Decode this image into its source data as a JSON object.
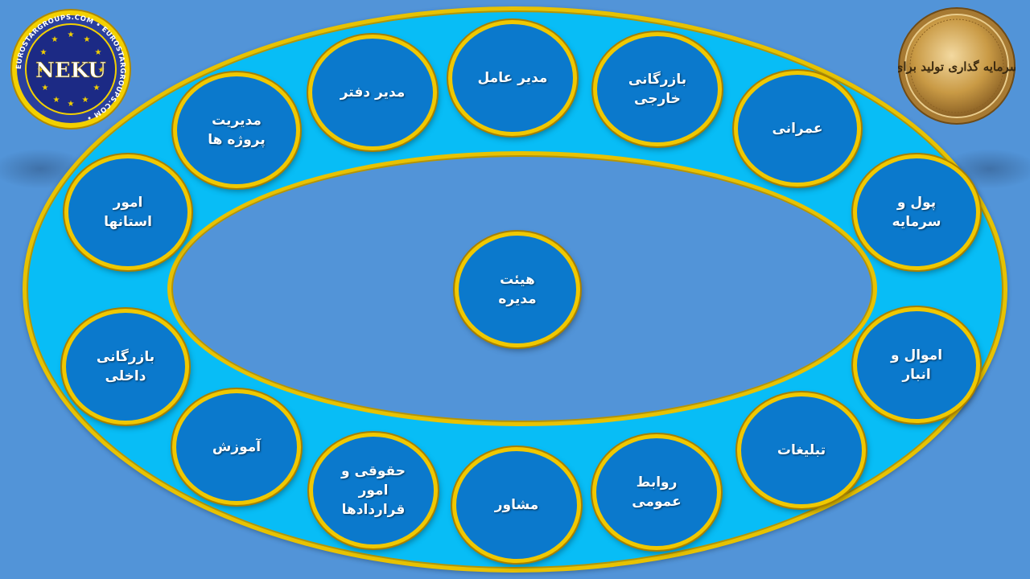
{
  "logos": {
    "left_text": "NEKU",
    "left_ring_text": "EUROSTARGROUPS.COM • EUROSTARGROUPS.COM •",
    "right_text": "سرمایه گذاری تولید برای"
  },
  "colors": {
    "background": "#5294d8",
    "ring": "#08bdf6",
    "gold": "#e8c200",
    "node": "#0b79cc"
  },
  "center": {
    "label": "هیئت\nمدیره"
  },
  "nodes": [
    {
      "label": "مدیر عامل"
    },
    {
      "label": "بازرگانی\nخارجی"
    },
    {
      "label": "عمرانی"
    },
    {
      "label": "پول و\nسرمایه"
    },
    {
      "label": "اموال و\nانبار"
    },
    {
      "label": "تبلیغات"
    },
    {
      "label": "روابط\nعمومی"
    },
    {
      "label": "مشاور"
    },
    {
      "label": "حقوقی و\nامور\nقراردادها"
    },
    {
      "label": "آموزش"
    },
    {
      "label": "بازرگانی\nداخلی"
    },
    {
      "label": "امور\nاستانها"
    },
    {
      "label": "مدیریت\nپروژه ها"
    },
    {
      "label": "مدیر دفتر"
    }
  ]
}
